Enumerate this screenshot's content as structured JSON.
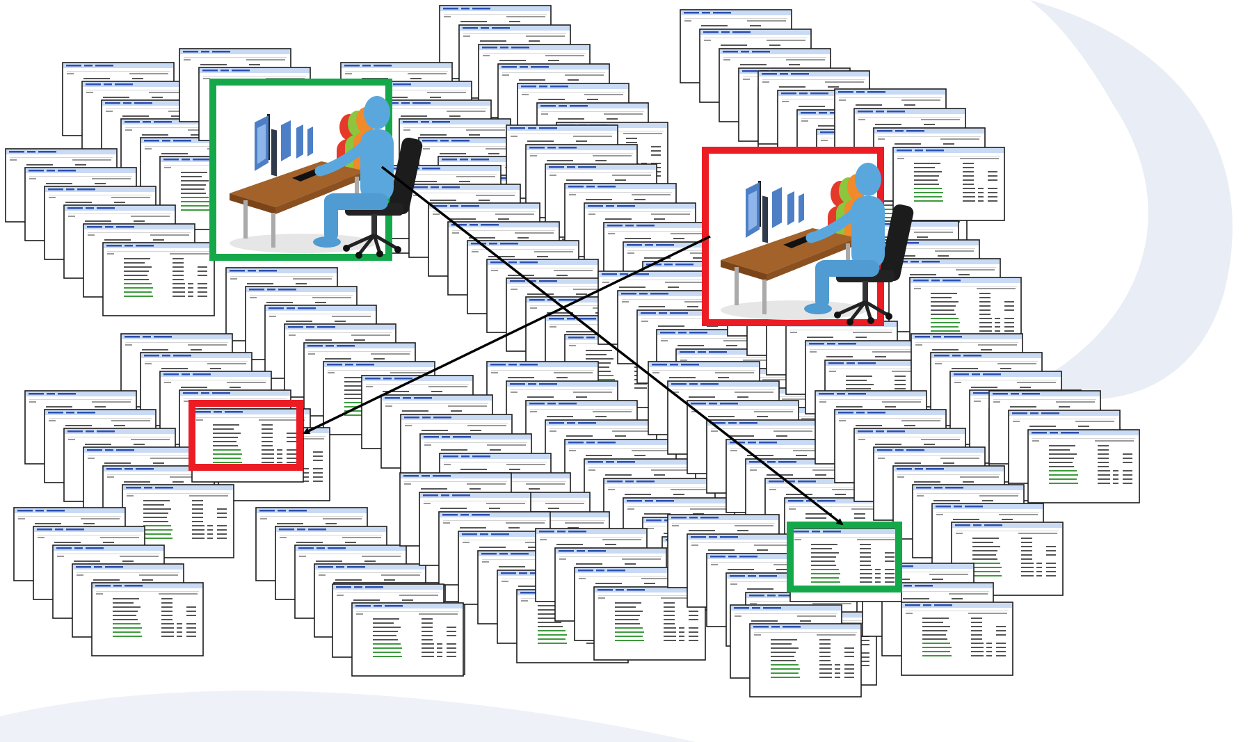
{
  "colors": {
    "background": "#ffffff",
    "swoosh": "#e9edf5",
    "card_border": "#1a1a1a",
    "card_header": "#c9daf4",
    "card_link": "#2a4fb0",
    "card_row_green": "#3c9a3c",
    "card_text": "#555555",
    "green_frame": "#14a84a",
    "red_frame": "#ec1c24",
    "arrow": "#000000",
    "desk": "#a2622a",
    "chair": "#1c1c1c",
    "figure_blue": "#5aa7dd",
    "figure_orange": "#f08a2a",
    "figure_green": "#8cc63e",
    "figure_red": "#e53a2a",
    "monitor": "#4d7fc6"
  },
  "icons": {
    "scattered_pages": "document-page-icon",
    "team_workstation": "team-at-computers-icon",
    "arrow": "arrow-icon"
  },
  "diagram": {
    "highlighted_pages": [
      {
        "color": "red"
      },
      {
        "color": "green"
      }
    ],
    "workstation_frames": [
      {
        "color": "green"
      },
      {
        "color": "red"
      }
    ],
    "connections": [
      {
        "from": "green-workstation",
        "to": "green-highlighted-page"
      },
      {
        "from": "red-workstation",
        "to": "red-highlighted-page"
      }
    ]
  }
}
